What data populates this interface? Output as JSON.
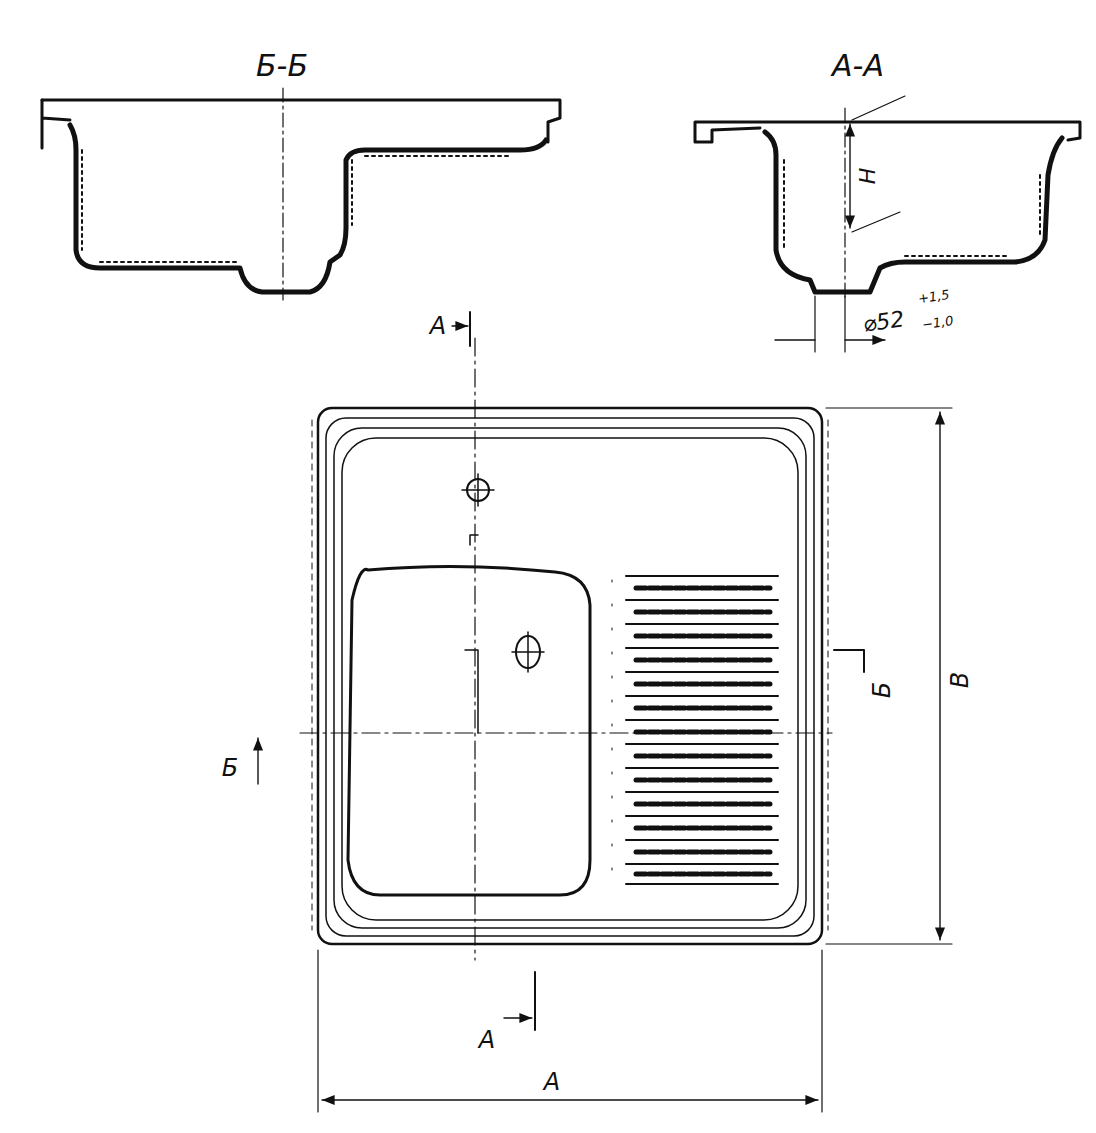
{
  "diagram": {
    "labels": [
      "Б-Б",
      "А-А",
      "Н",
      "⌀52",
      "+1,5",
      "−1,0",
      "А",
      "Б",
      "Б",
      "А",
      "А",
      "В"
    ]
  }
}
